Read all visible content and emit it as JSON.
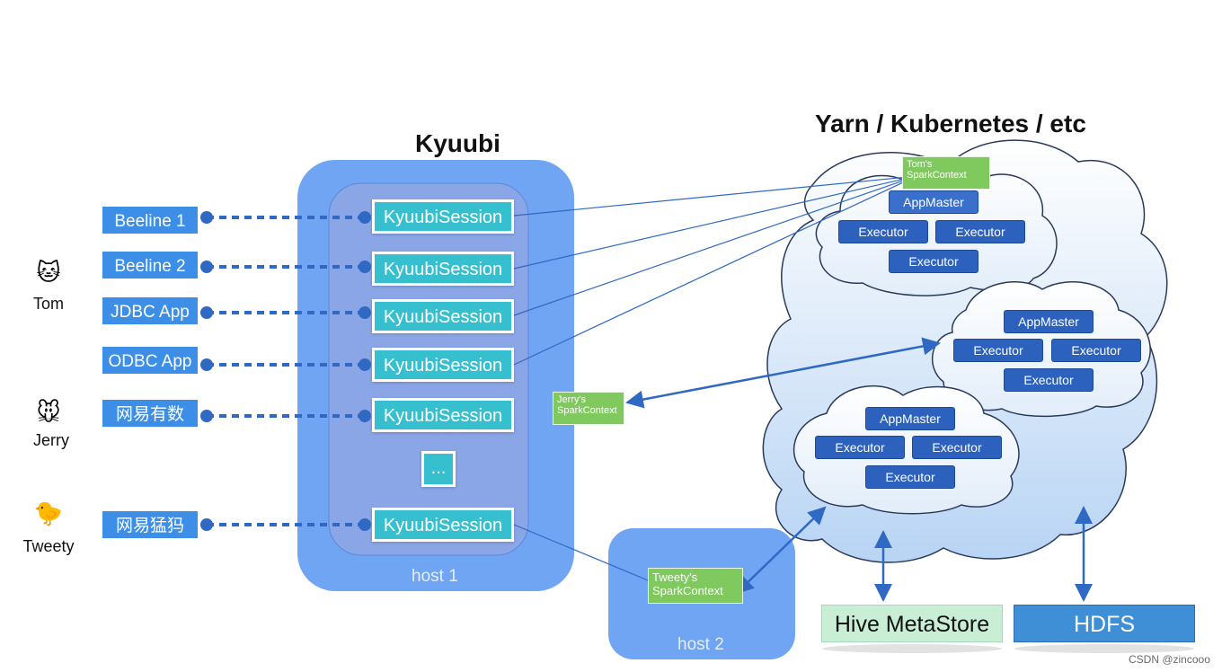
{
  "titles": {
    "kyuubi": "Kyuubi",
    "cluster": "Yarn / Kubernetes / etc"
  },
  "users": [
    {
      "name": "Tom",
      "icon": "cat-face-icon",
      "glyph": "🐱"
    },
    {
      "name": "Jerry",
      "icon": "mouse-face-icon",
      "glyph": "🐭"
    },
    {
      "name": "Tweety",
      "icon": "chick-icon",
      "glyph": "🐤"
    }
  ],
  "clients": [
    "Beeline 1",
    "Beeline 2",
    "JDBC App",
    "ODBC App",
    "网易有数",
    "网易猛犸"
  ],
  "sessions": [
    "KyuubiSession",
    "KyuubiSession",
    "KyuubiSession",
    "KyuubiSession",
    "KyuubiSession",
    "KyuubiSession"
  ],
  "ellipsis": "...",
  "hosts": {
    "host1": "host 1",
    "host2": "host 2"
  },
  "contexts": {
    "tom": [
      "Tom's",
      "SparkContext"
    ],
    "jerry": [
      "Jerry's",
      "SparkContext"
    ],
    "tweety": [
      "Tweety's",
      "SparkContext"
    ]
  },
  "apps": [
    {
      "master": "AppMaster",
      "executors": [
        "Executor",
        "Executor",
        "Executor"
      ]
    },
    {
      "master": "AppMaster",
      "executors": [
        "Executor",
        "Executor",
        "Executor"
      ]
    },
    {
      "master": "AppMaster",
      "executors": [
        "Executor",
        "Executor",
        "Executor"
      ]
    }
  ],
  "stores": {
    "hive": "Hive MetaStore",
    "hdfs": "HDFS"
  },
  "watermark": "CSDN @zincooo",
  "colors": {
    "kyuubi_box": "#6fa5f2",
    "kyuubi_inner": "#8aa6e6",
    "client": "#3d8ee6",
    "session": "#36c0cf",
    "executor": "#2c62be",
    "context": "#7fc95f",
    "hive": "#c8efd6",
    "hdfs": "#3f8fd6",
    "connector": "#2f69c4"
  }
}
